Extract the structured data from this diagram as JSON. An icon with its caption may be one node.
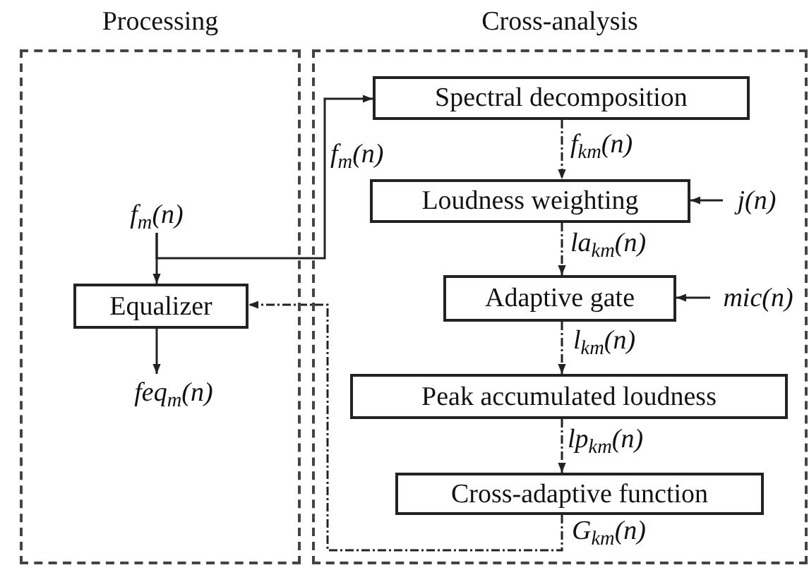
{
  "diagram": {
    "nodes": [
      {
        "text": [
          "Processing"
        ]
      },
      {
        "text": [
          "Cross-analysis"
        ]
      },
      {
        "text": [
          "f$_{m}$(n)"
        ],
        "in": 0
      },
      {
        "text": [
          "Equalizer"
        ],
        "in": 0
      },
      {
        "text": [
          "feq$_{m}$(n)"
        ],
        "in": 0
      },
      {
        "text": [
          "Spectral decomposition"
        ],
        "in": 1
      },
      {
        "text": [
          "Loudness weighting"
        ],
        "in": 1
      },
      {
        "text": [
          "j(n)"
        ],
        "in": 1
      },
      {
        "text": [
          "Adaptive gate"
        ],
        "in": 1
      },
      {
        "text": [
          "mic(n)"
        ],
        "in": 1
      },
      {
        "text": [
          "Peak accumulated loudness"
        ],
        "in": 1
      },
      {
        "text": [
          "Cross-adaptive function"
        ],
        "in": 1
      }
    ],
    "edges": [
      {
        "from": 2,
        "to": 3,
        "arrow": "to"
      },
      {
        "from": 2,
        "to": 5,
        "arrow": "to",
        "label": "f$_{m}$(n)"
      },
      {
        "from": 3,
        "to": 4,
        "arrow": "to"
      },
      {
        "from": 5,
        "to": 6,
        "arrow": "to",
        "label": "f$_{km}$(n)",
        "style": "dashed"
      },
      {
        "from": 7,
        "to": 6,
        "arrow": "to"
      },
      {
        "from": 6,
        "to": 8,
        "arrow": "to",
        "label": "la$_{km}$(n)",
        "style": "dashed"
      },
      {
        "from": 9,
        "to": 8,
        "arrow": "to"
      },
      {
        "from": 8,
        "to": 10,
        "arrow": "to",
        "label": "l$_{km}$(n)",
        "style": "dashed"
      },
      {
        "from": 10,
        "to": 11,
        "arrow": "to",
        "label": "lp$_{km}$(n)",
        "style": "dashed"
      },
      {
        "from": 11,
        "to": 3,
        "arrow": "to",
        "label": "G$_{km}$(n)",
        "style": "dashed"
      }
    ]
  }
}
